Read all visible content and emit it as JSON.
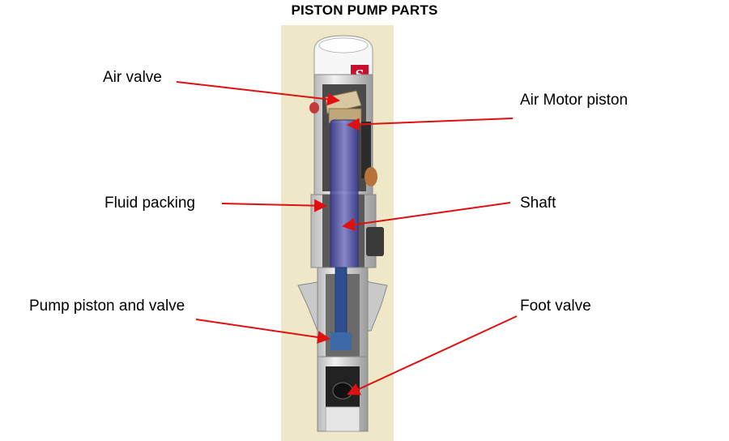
{
  "title": "PISTON PUMP PARTS",
  "brand_mark": "S",
  "colors": {
    "backdrop": "#efe8c8",
    "arrow": "#e01010",
    "pump_body": "#d9d9d9",
    "pump_dark": "#555555",
    "shaft": "#5a5ab0",
    "brand": "#c8102e"
  },
  "labels": {
    "air_valve": "Air valve",
    "air_motor_piston": "Air Motor piston",
    "fluid_packing": "Fluid packing",
    "shaft": "Shaft",
    "pump_piston_valve": "Pump piston and valve",
    "foot_valve": "Foot valve"
  }
}
